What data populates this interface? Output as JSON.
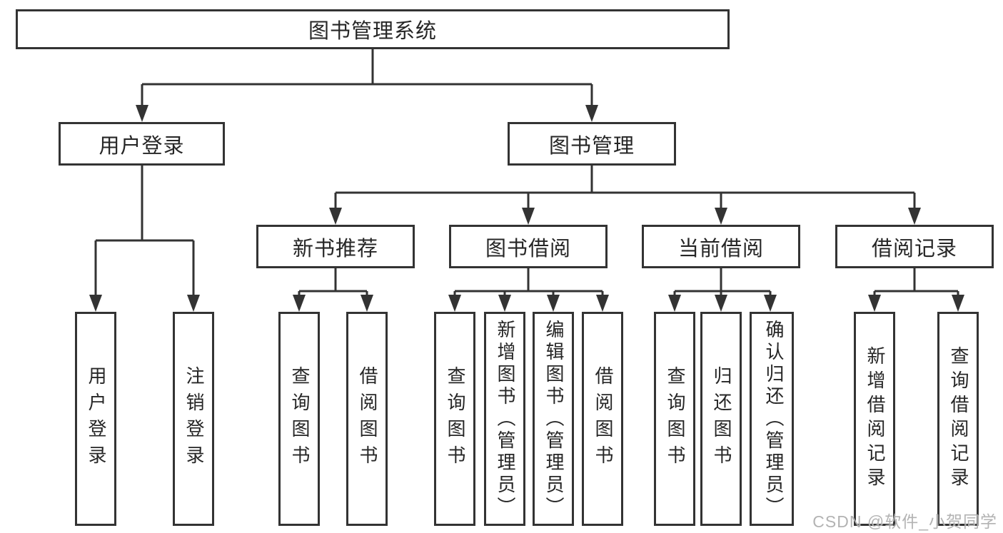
{
  "tree": {
    "root": "图书管理系统",
    "branches": [
      {
        "label": "用户登录",
        "children": [
          "用户登录",
          "注销登录"
        ]
      },
      {
        "label": "图书管理",
        "groups": [
          {
            "label": "新书推荐",
            "children": [
              "查询图书",
              "借阅图书"
            ]
          },
          {
            "label": "图书借阅",
            "children": [
              "查询图书",
              "新增图书（管理员）",
              "编辑图书（管理员）",
              "借阅图书"
            ]
          },
          {
            "label": "当前借阅",
            "children": [
              "查询图书",
              "归还图书",
              "确认归还（管理员）"
            ]
          },
          {
            "label": "借阅记录",
            "children": [
              "新增借阅记录",
              "查询借阅记录"
            ]
          }
        ]
      }
    ]
  },
  "watermark": "CSDN @软件_小贺同学",
  "colors": {
    "line": "#333333",
    "text": "#262626",
    "watermark": "#adadad",
    "background": "#ffffff"
  }
}
